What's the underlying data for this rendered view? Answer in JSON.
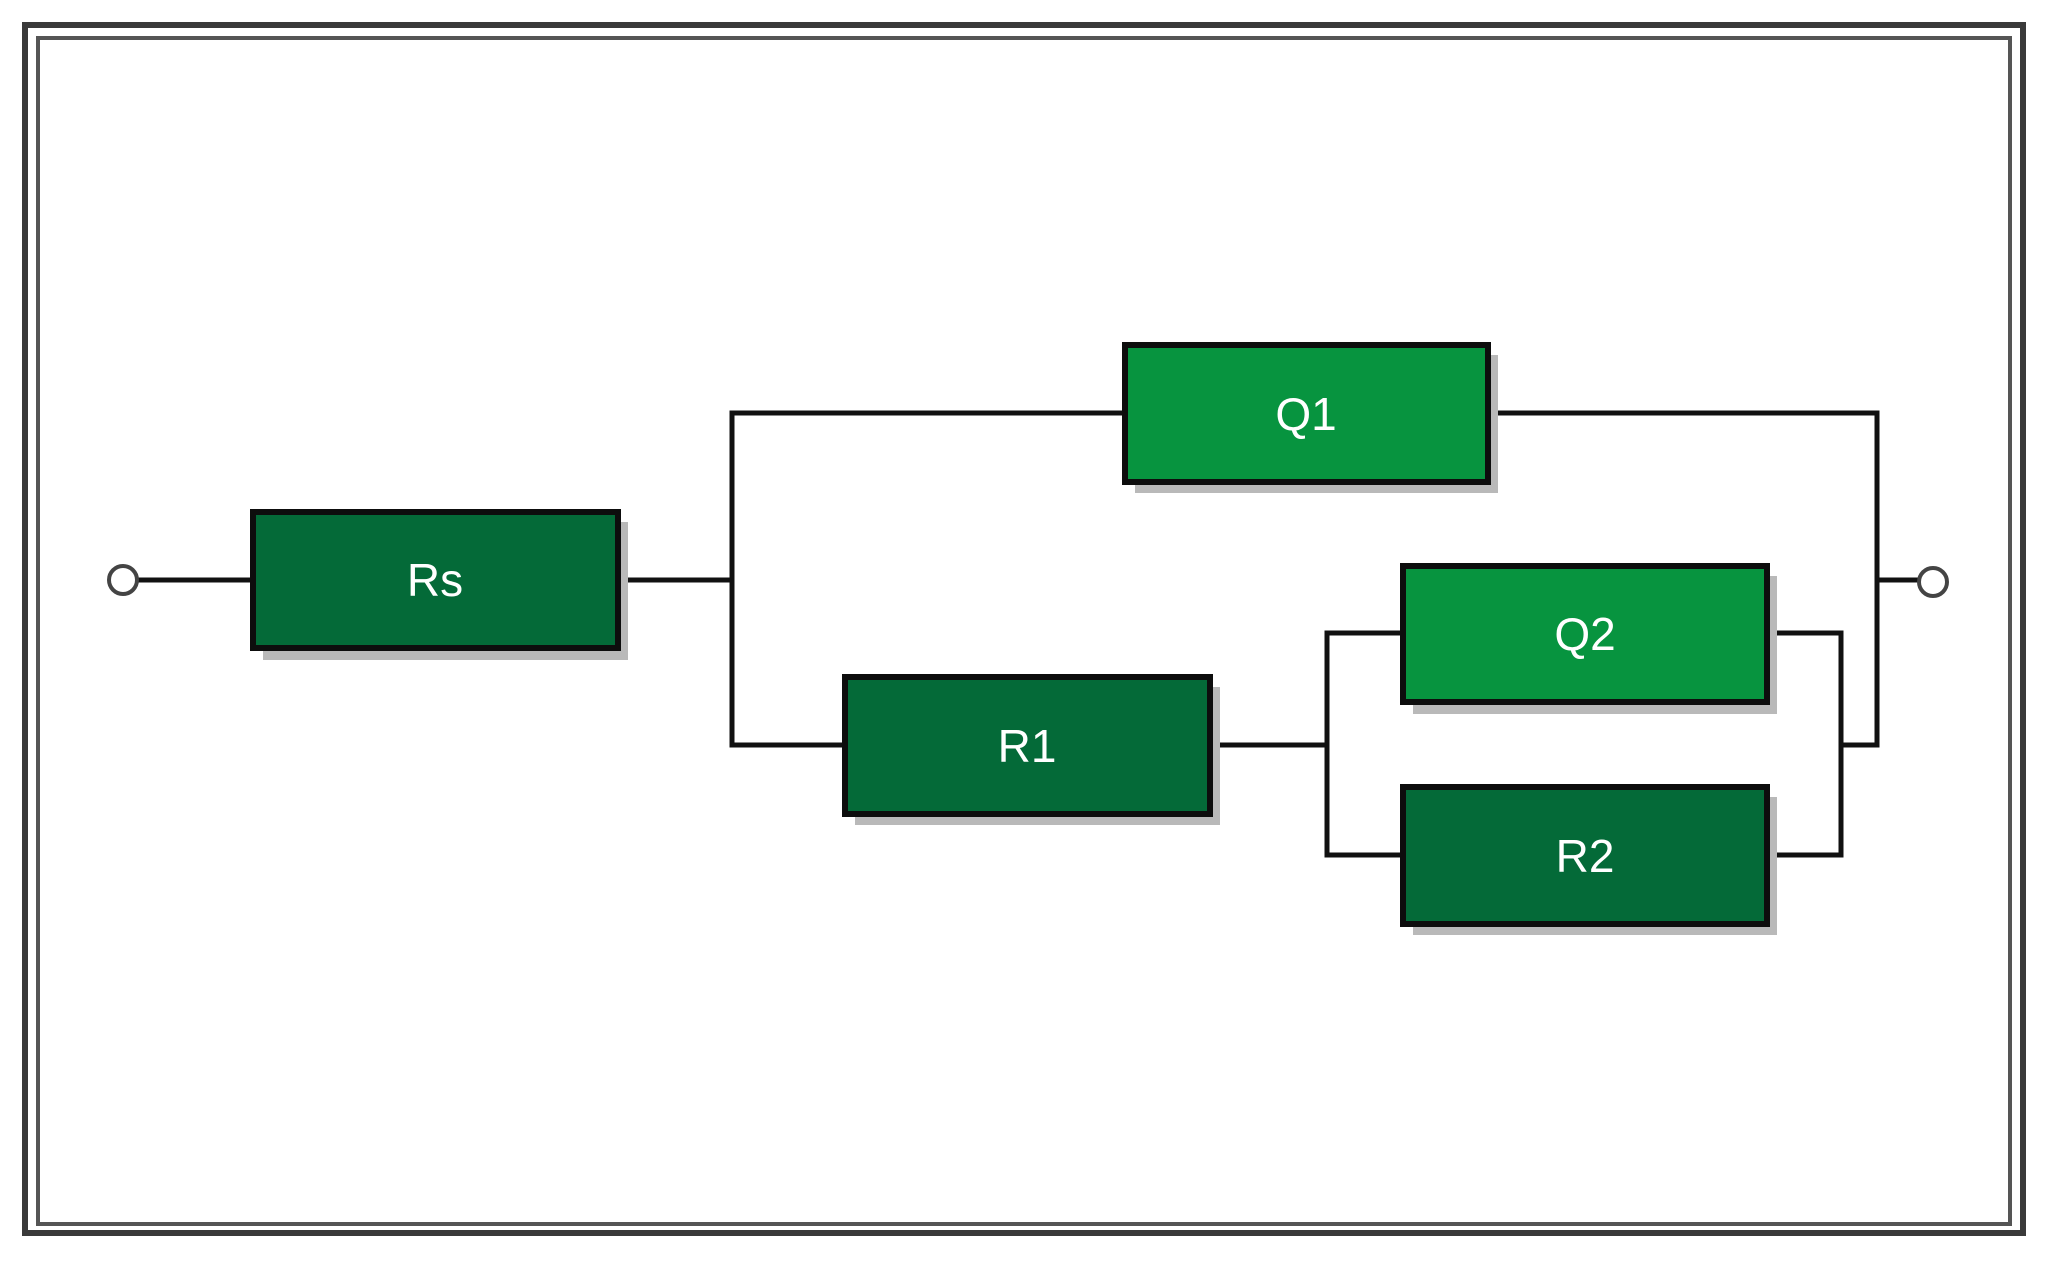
{
  "components": [
    {
      "id": "Rs",
      "label": "Rs",
      "kind": "resistor",
      "color": "#046a38"
    },
    {
      "id": "Q1",
      "label": "Q1",
      "kind": "cpe",
      "color": "#07943f"
    },
    {
      "id": "R1",
      "label": "R1",
      "kind": "resistor",
      "color": "#046a38"
    },
    {
      "id": "Q2",
      "label": "Q2",
      "kind": "cpe",
      "color": "#07943f"
    },
    {
      "id": "R2",
      "label": "R2",
      "kind": "resistor",
      "color": "#046a38"
    }
  ],
  "colors": {
    "resistor": "#046a38",
    "cpe": "#07943f",
    "wire": "#111111",
    "frame": "#3a3a3a"
  }
}
